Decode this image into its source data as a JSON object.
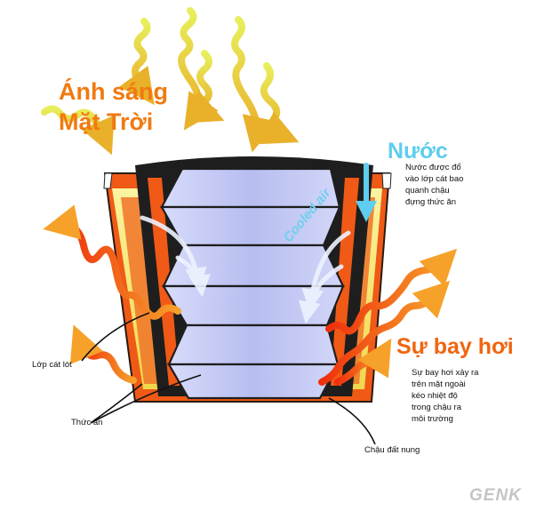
{
  "labels": {
    "sunlight": [
      "Ánh sáng",
      "Mặt Trời"
    ],
    "water_title": "Nước",
    "water_desc": [
      "Nước được đổ",
      "vào lớp cát bao",
      "quanh chậu",
      "đựng thức ăn"
    ],
    "cooled_air": "Cooled air",
    "evaporation_title": "Sự bay hơi",
    "evaporation_desc": [
      "Sự bay hơi xảy ra",
      "trên mặt ngoài",
      "kéo nhiệt độ",
      "trong chậu ra",
      "môi trường"
    ],
    "sand_layer": "Lớp cát lót",
    "food": "Thức ăn",
    "clay_pot": "Chậu đất nung",
    "watermark": "GENK"
  },
  "colors": {
    "sun_wave": "#d6e23c",
    "heat_wave": "#f0621a",
    "water_blue": "#5ecdee",
    "outer_pot": "#f05a16",
    "sand_fill": "#f5e36e",
    "pot_dark": "#1e1e1e",
    "food_blue": "#bcc2f0"
  }
}
